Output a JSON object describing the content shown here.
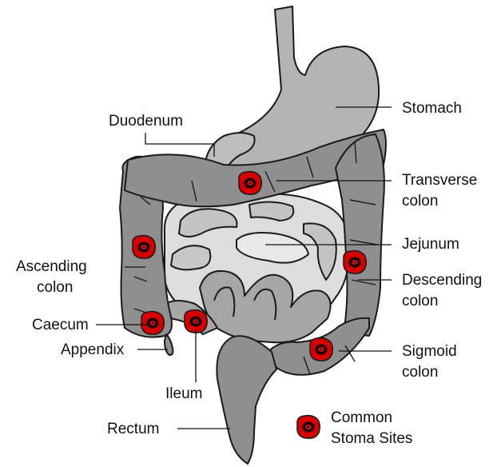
{
  "title": "",
  "colors": {
    "stomach": "#b4b4b4",
    "colon": "#8f8f8f",
    "small_intestine_light": "#dddddd",
    "small_intestine_mid": "#c4c4c4",
    "ileum": "#a6a6a6",
    "outline": "#1a1a1a",
    "stoma_outer": "#d50000",
    "stoma_inner": "#1a0000"
  },
  "labels": {
    "stomach": "Stomach",
    "duodenum": "Duodenum",
    "transverse_1": "Transverse",
    "transverse_2": "colon",
    "jejunum": "Jejunum",
    "ascending_1": "Ascending",
    "ascending_2": "colon",
    "descending_1": "Descending",
    "descending_2": "colon",
    "caecum": "Caecum",
    "appendix": "Appendix",
    "sigmoid_1": "Sigmoid",
    "sigmoid_2": "colon",
    "ileum": "Ileum",
    "rectum": "Rectum"
  },
  "legend": {
    "line1": "Common",
    "line2": "Stoma Sites",
    "icon": "stoma-icon"
  }
}
